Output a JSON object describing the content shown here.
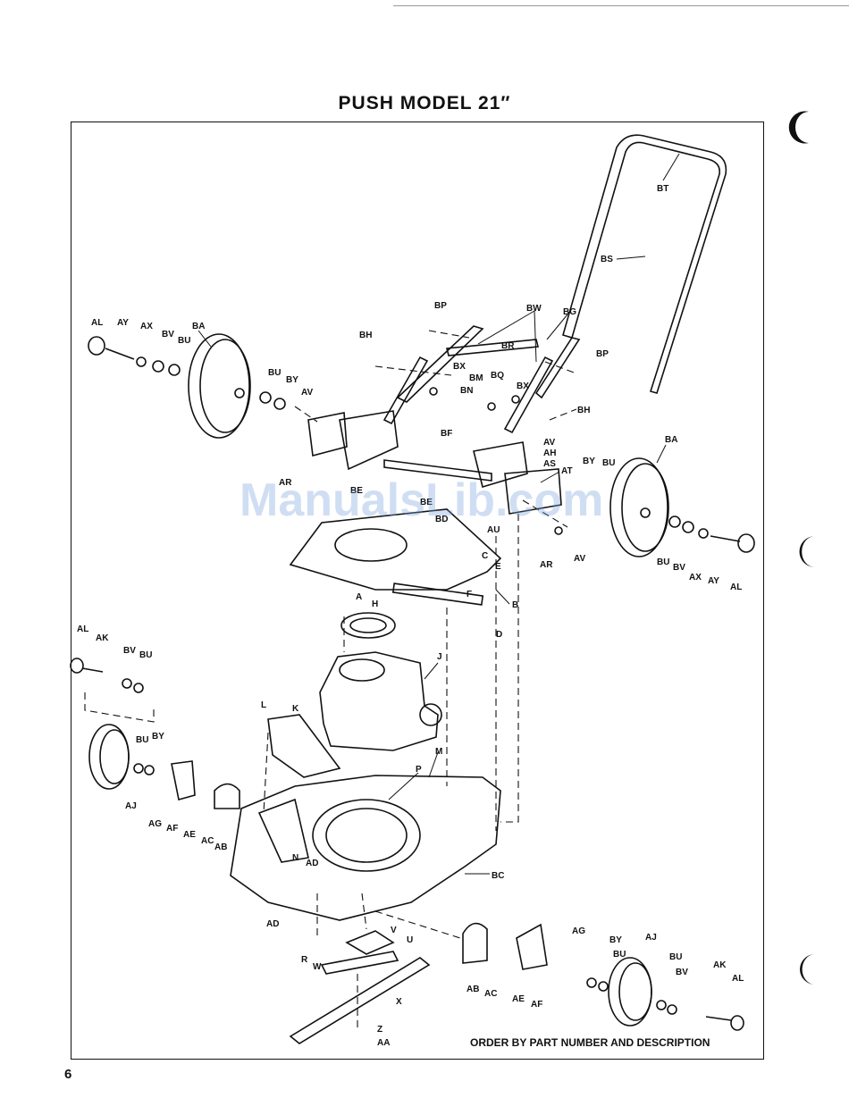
{
  "title": "PUSH MODEL 21″",
  "footer": "ORDER BY PART NUMBER AND DESCRIPTION",
  "page_number": "6",
  "watermark": "ManualsLib.com",
  "labels": {
    "BT": "BT",
    "BS": "BS",
    "BP1": "BP",
    "BP2": "BP",
    "BW": "BW",
    "BG": "BG",
    "BH1": "BH",
    "BH2": "BH",
    "BR": "BR",
    "BX1": "BX",
    "BX2": "BX",
    "BQ": "BQ",
    "BM": "BM",
    "BN": "BN",
    "BF": "BF",
    "AV1": "AV",
    "AH": "AH",
    "AS": "AS",
    "AT": "AT",
    "AV2": "AV",
    "AV3": "AV",
    "AR1": "AR",
    "AR2": "AR",
    "AL1": "AL",
    "AY1": "AY",
    "AX1": "AX",
    "BV1": "BV",
    "BU1": "BU",
    "BA1": "BA",
    "BU2": "BU",
    "BY1": "BY",
    "BA2": "BA",
    "BY2": "BY",
    "BU3": "BU",
    "BU4": "BU",
    "BV2": "BV",
    "AX2": "AX",
    "AY2": "AY",
    "AL2": "AL",
    "BE1": "BE",
    "BE2": "BE",
    "BD": "BD",
    "AU": "AU",
    "C": "C",
    "E": "E",
    "F": "F",
    "B": "B",
    "D": "D",
    "A": "A",
    "H": "H",
    "J": "J",
    "K": "K",
    "L": "L",
    "P": "P",
    "M": "M",
    "AL3": "AL",
    "AK1": "AK",
    "BV3": "BV",
    "BU5": "BU",
    "BU6": "BU",
    "BY3": "BY",
    "AJ1": "AJ",
    "AG1": "AG",
    "AF1": "AF",
    "AE1": "AE",
    "AC1": "AC",
    "AB1": "AB",
    "N": "N",
    "AD1": "AD",
    "BC": "BC",
    "AD2": "AD",
    "V": "V",
    "U": "U",
    "R": "R",
    "W": "W",
    "X": "X",
    "Z": "Z",
    "AA": "AA",
    "AB2": "AB",
    "AC2": "AC",
    "AE2": "AE",
    "AF2": "AF",
    "AG2": "AG",
    "BY4": "BY",
    "BU7": "BU",
    "AJ2": "AJ",
    "BU8": "BU",
    "BV4": "BV",
    "AK2": "AK",
    "AL4": "AL"
  }
}
